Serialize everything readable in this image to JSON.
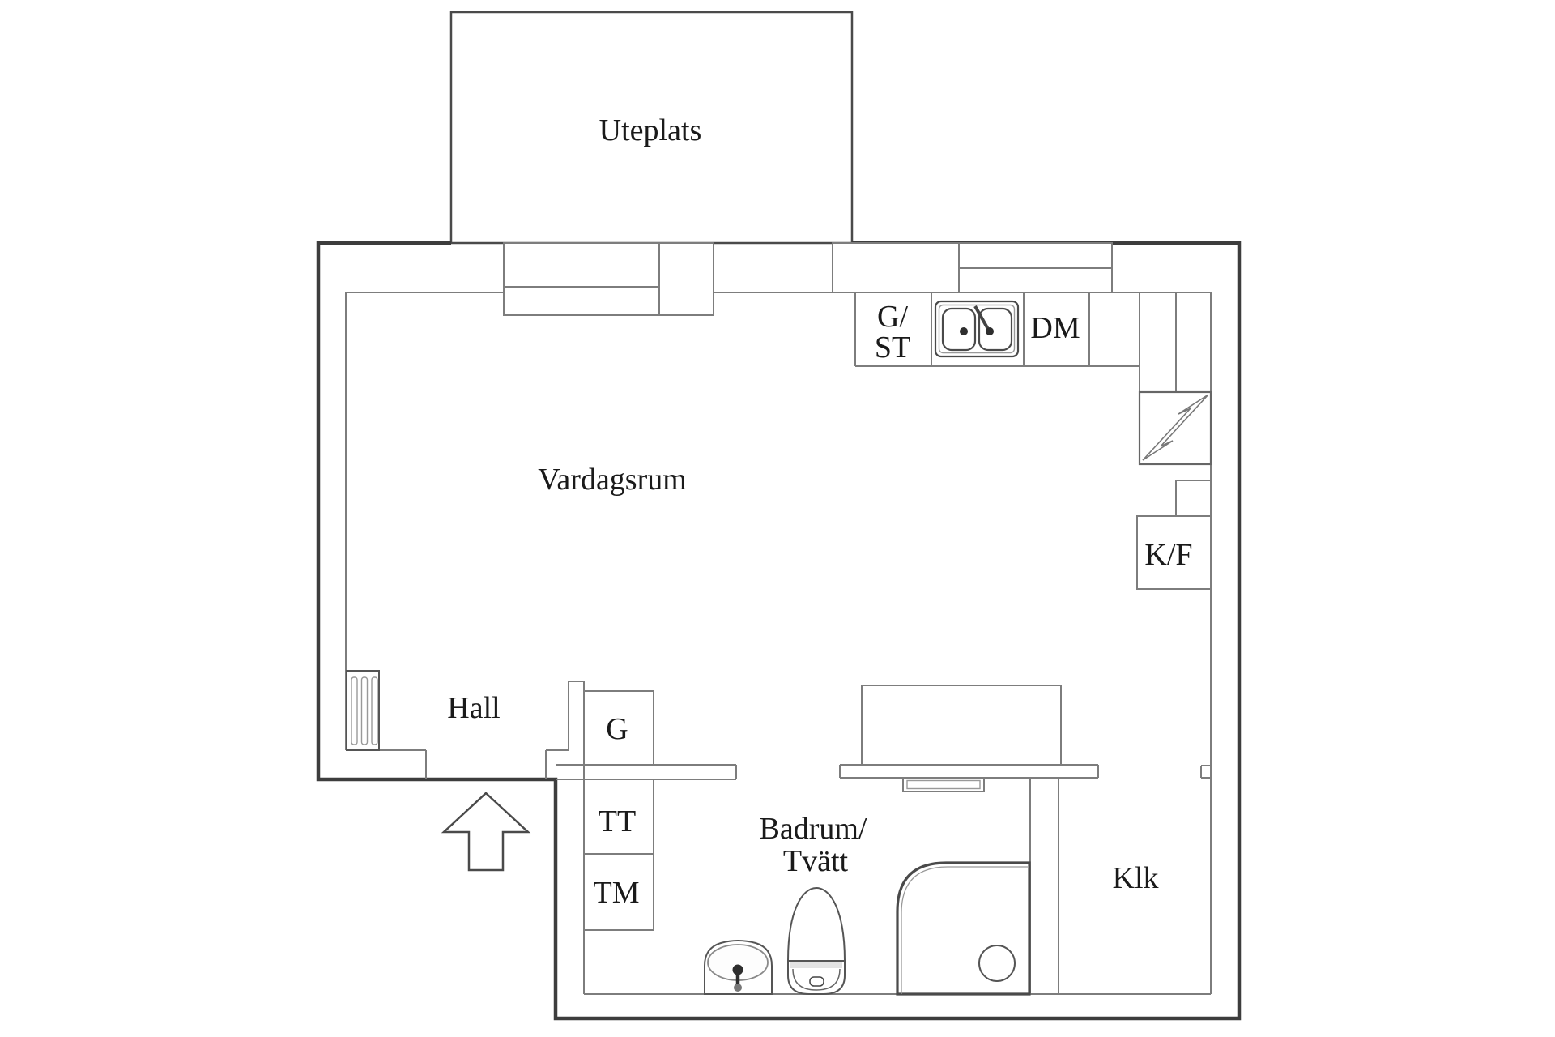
{
  "document": {
    "type": "apartment floor plan",
    "background": "#ffffff"
  },
  "colors": {
    "outer_wall": "#3d3d3d",
    "inner_wall": "#7d7d7d",
    "fixture_stroke": "#555555",
    "fixture_light": "#999999",
    "label_text": "#1a1a1a"
  },
  "labels": {
    "uteplats": "Uteplats",
    "vardagsrum": "Vardagsrum",
    "hall": "Hall",
    "badrum_line1": "Badrum/",
    "badrum_line2": "Tvätt",
    "klk": "Klk",
    "garderob_stad_line1": "G/",
    "garderob_stad_line2": "ST",
    "diskmaskin": "DM",
    "kyl_frys": "K/F",
    "garderob": "G",
    "torktumlare": "TT",
    "tvattmaskin": "TM"
  },
  "icons": {
    "kitchen_sink": "double-basin-sink-icon",
    "bathroom_sink": "washbasin-icon",
    "toilet": "toilet-icon",
    "shower": "corner-shower-icon",
    "drain": "shower-drain-icon",
    "radiator": "radiator-icon",
    "electrical": "lightning-bolt-icon",
    "entrance": "entrance-arrow-icon"
  }
}
